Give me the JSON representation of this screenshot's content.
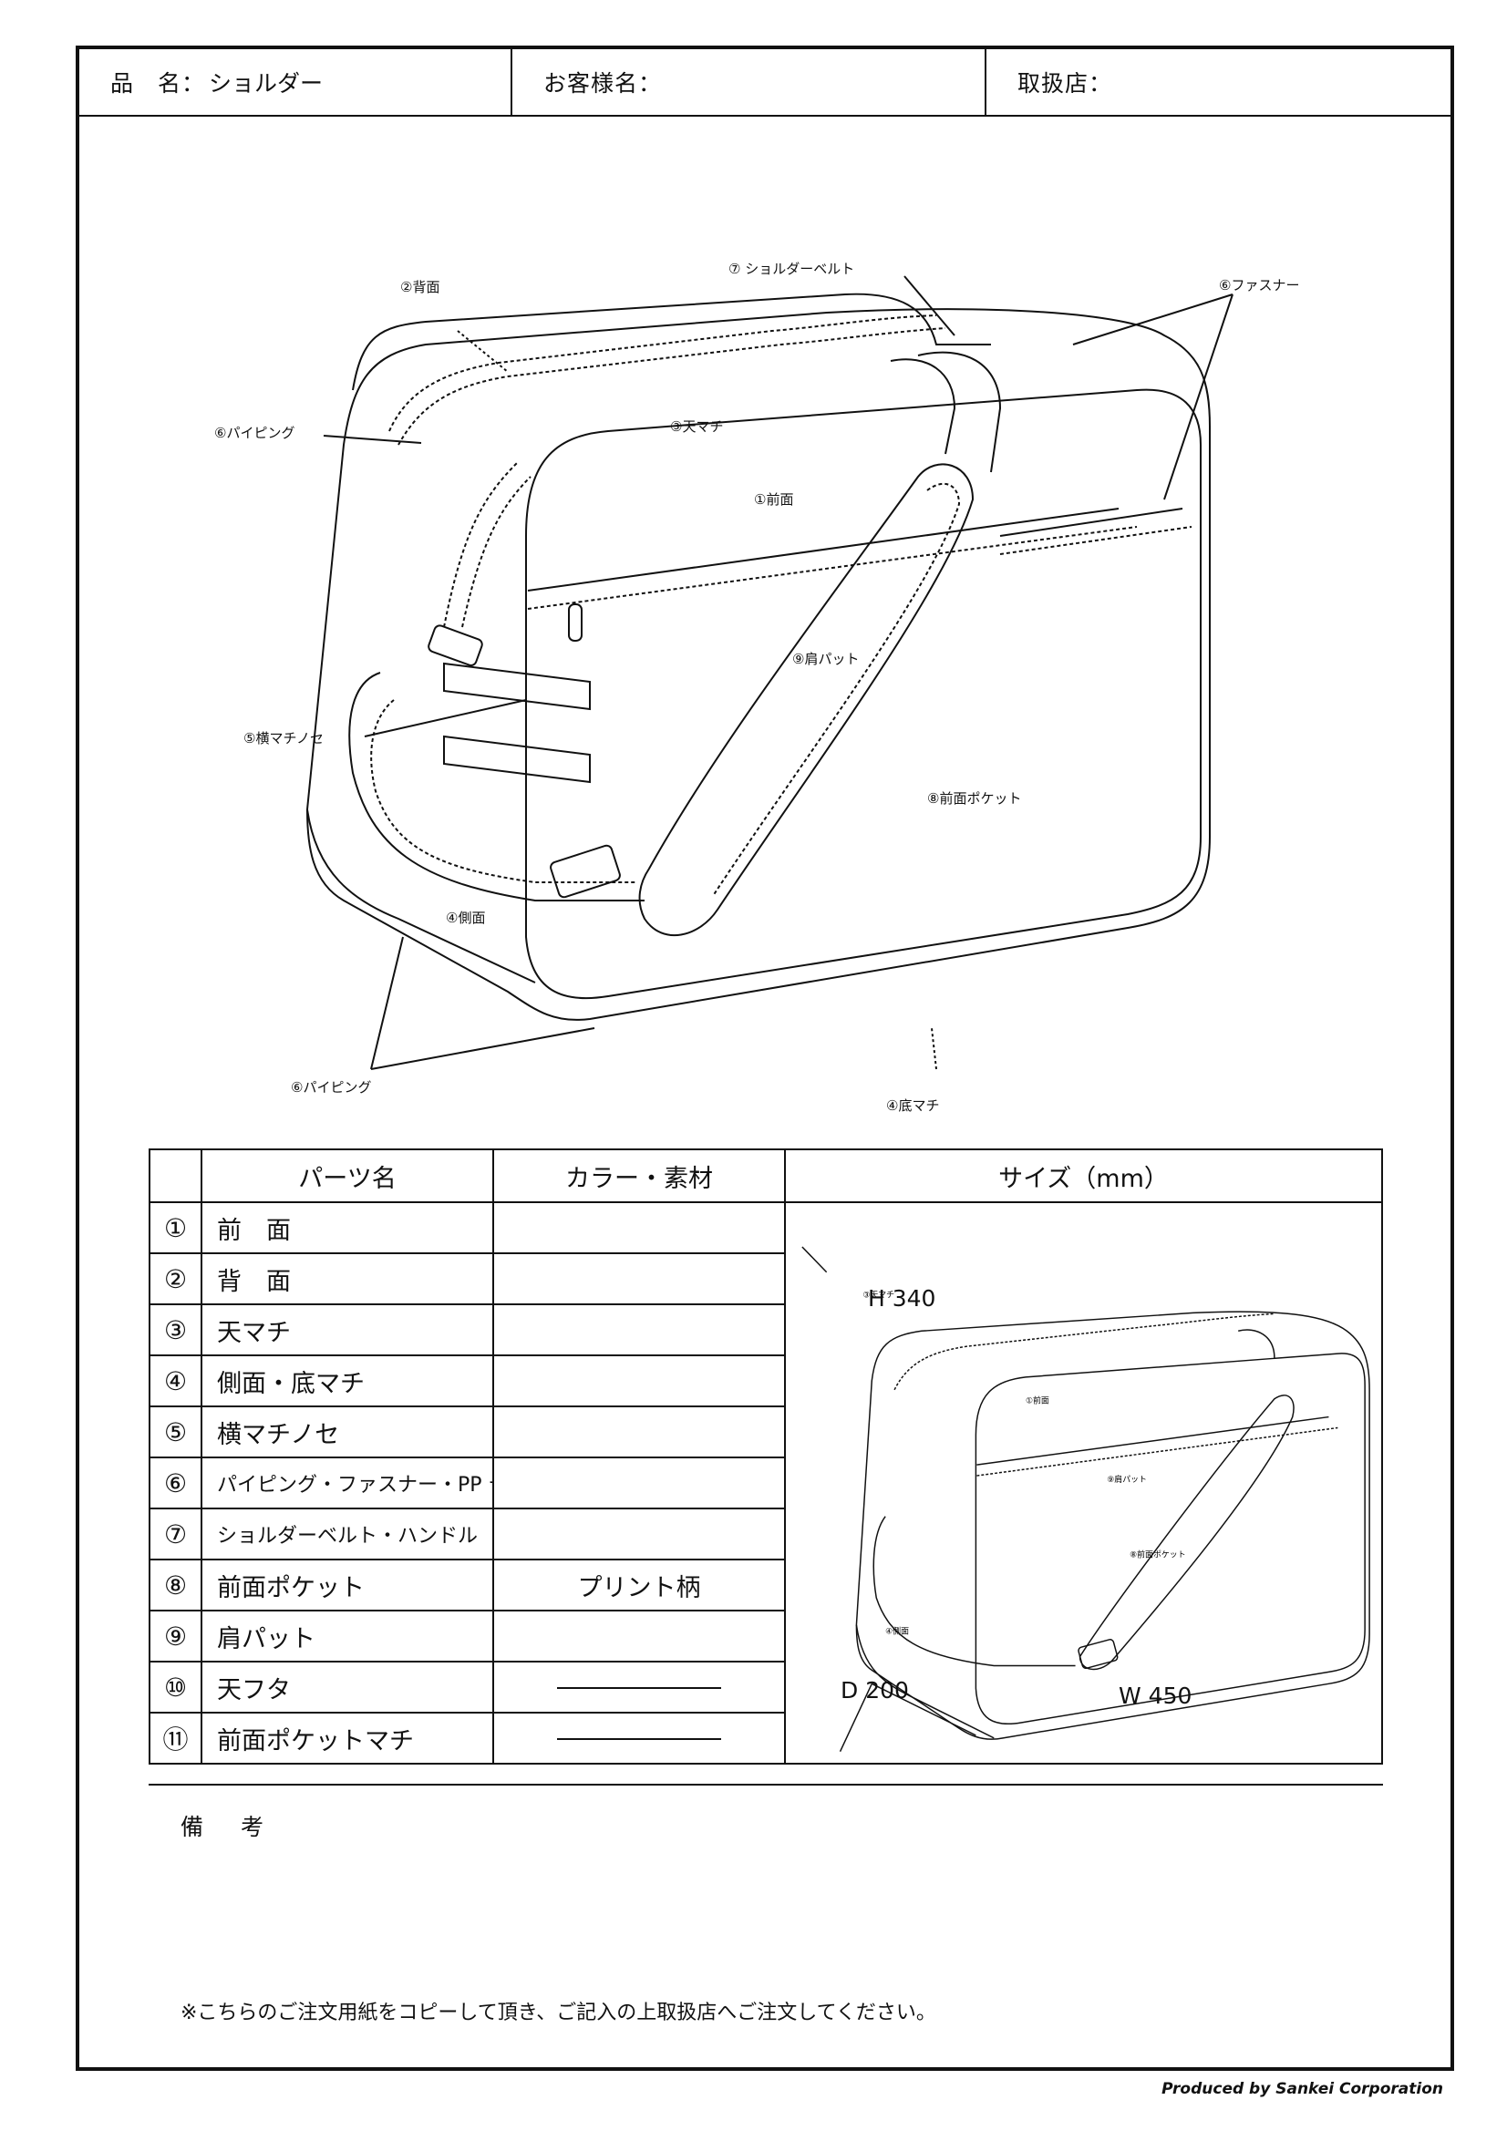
{
  "header": {
    "product_label": "品　名：",
    "product_value": "ショルダー",
    "customer_label": "お客様名：",
    "customer_value": "",
    "dealer_label": "取扱店：",
    "dealer_value": ""
  },
  "diagram_labels": {
    "back": "②背面",
    "shoulder_belt": "⑦ ショルダーベルト",
    "fastener": "⑥ファスナー",
    "piping_top": "⑥パイピング",
    "top_gusset": "③天マチ",
    "front": "①前面",
    "shoulder_pad": "⑨肩パット",
    "side_tab": "⑤横マチノセ",
    "front_pocket": "⑧前面ポケット",
    "side": "④側面",
    "piping_bottom": "⑥パイピング",
    "bottom_gusset": "④底マチ"
  },
  "table": {
    "headers": [
      "",
      "パーツ名",
      "カラー・素材",
      "サイズ（mm）"
    ],
    "rows": [
      {
        "num": "①",
        "name": "前　面",
        "color": ""
      },
      {
        "num": "②",
        "name": "背　面",
        "color": ""
      },
      {
        "num": "③",
        "name": "天マチ",
        "color": ""
      },
      {
        "num": "④",
        "name": "側面・底マチ",
        "color": ""
      },
      {
        "num": "⑤",
        "name": "横マチノセ",
        "color": ""
      },
      {
        "num": "⑥",
        "name": "パイピング・ファスナー・PP テープ",
        "color": ""
      },
      {
        "num": "⑦",
        "name": "ショルダーベルト・ハンドル",
        "color": ""
      },
      {
        "num": "⑧",
        "name": "前面ポケット",
        "color": "プリント柄"
      },
      {
        "num": "⑨",
        "name": "肩パット",
        "color": ""
      },
      {
        "num": "⑩",
        "name": "天フタ",
        "color": "—"
      },
      {
        "num": "⑪",
        "name": "前面ポケットマチ",
        "color": "—"
      }
    ],
    "size_labels": {
      "height": "H 340",
      "depth": "D 200",
      "width": "W 450",
      "mini_top": "③天マチ",
      "mini_front": "①前面",
      "mini_pad": "⑨肩パット",
      "mini_pocket": "⑧前面ポケット",
      "mini_side": "④側面"
    }
  },
  "remarks_label": "備　考",
  "note": "※こちらのご注文用紙をコピーして頂き、ご記入の上取扱店へご注文してください。",
  "credit": "Produced by Sankei Corporation"
}
